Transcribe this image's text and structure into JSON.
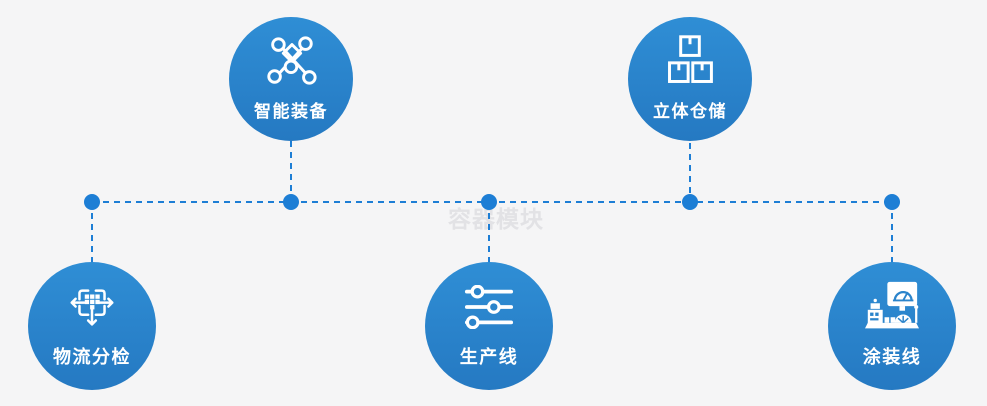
{
  "page": {
    "watermark": "容器模块",
    "background": "#f5f5f6"
  },
  "colors": {
    "circle_gradient_top": "#2f8ed5",
    "circle_gradient_bottom": "#2579c2",
    "connector_blue": "#1d7ed5",
    "label_text": "#ffffff",
    "watermark_text": "#e2e2e5"
  },
  "nodes": [
    {
      "id": "smart-equipment",
      "label": "智能装备",
      "icon": "network-nodes-icon",
      "row": "top"
    },
    {
      "id": "warehouse",
      "label": "立体仓储",
      "icon": "stacked-boxes-icon",
      "row": "top"
    },
    {
      "id": "logistics",
      "label": "物流分检",
      "icon": "sort-dispatch-arrows-icon",
      "row": "bottom"
    },
    {
      "id": "production",
      "label": "生产线",
      "icon": "sliders-icon",
      "row": "bottom"
    },
    {
      "id": "coating",
      "label": "涂装线",
      "icon": "machine-monitor-icon",
      "row": "bottom"
    }
  ],
  "connectors": {
    "style": "dashed",
    "junction_dots": 5
  }
}
